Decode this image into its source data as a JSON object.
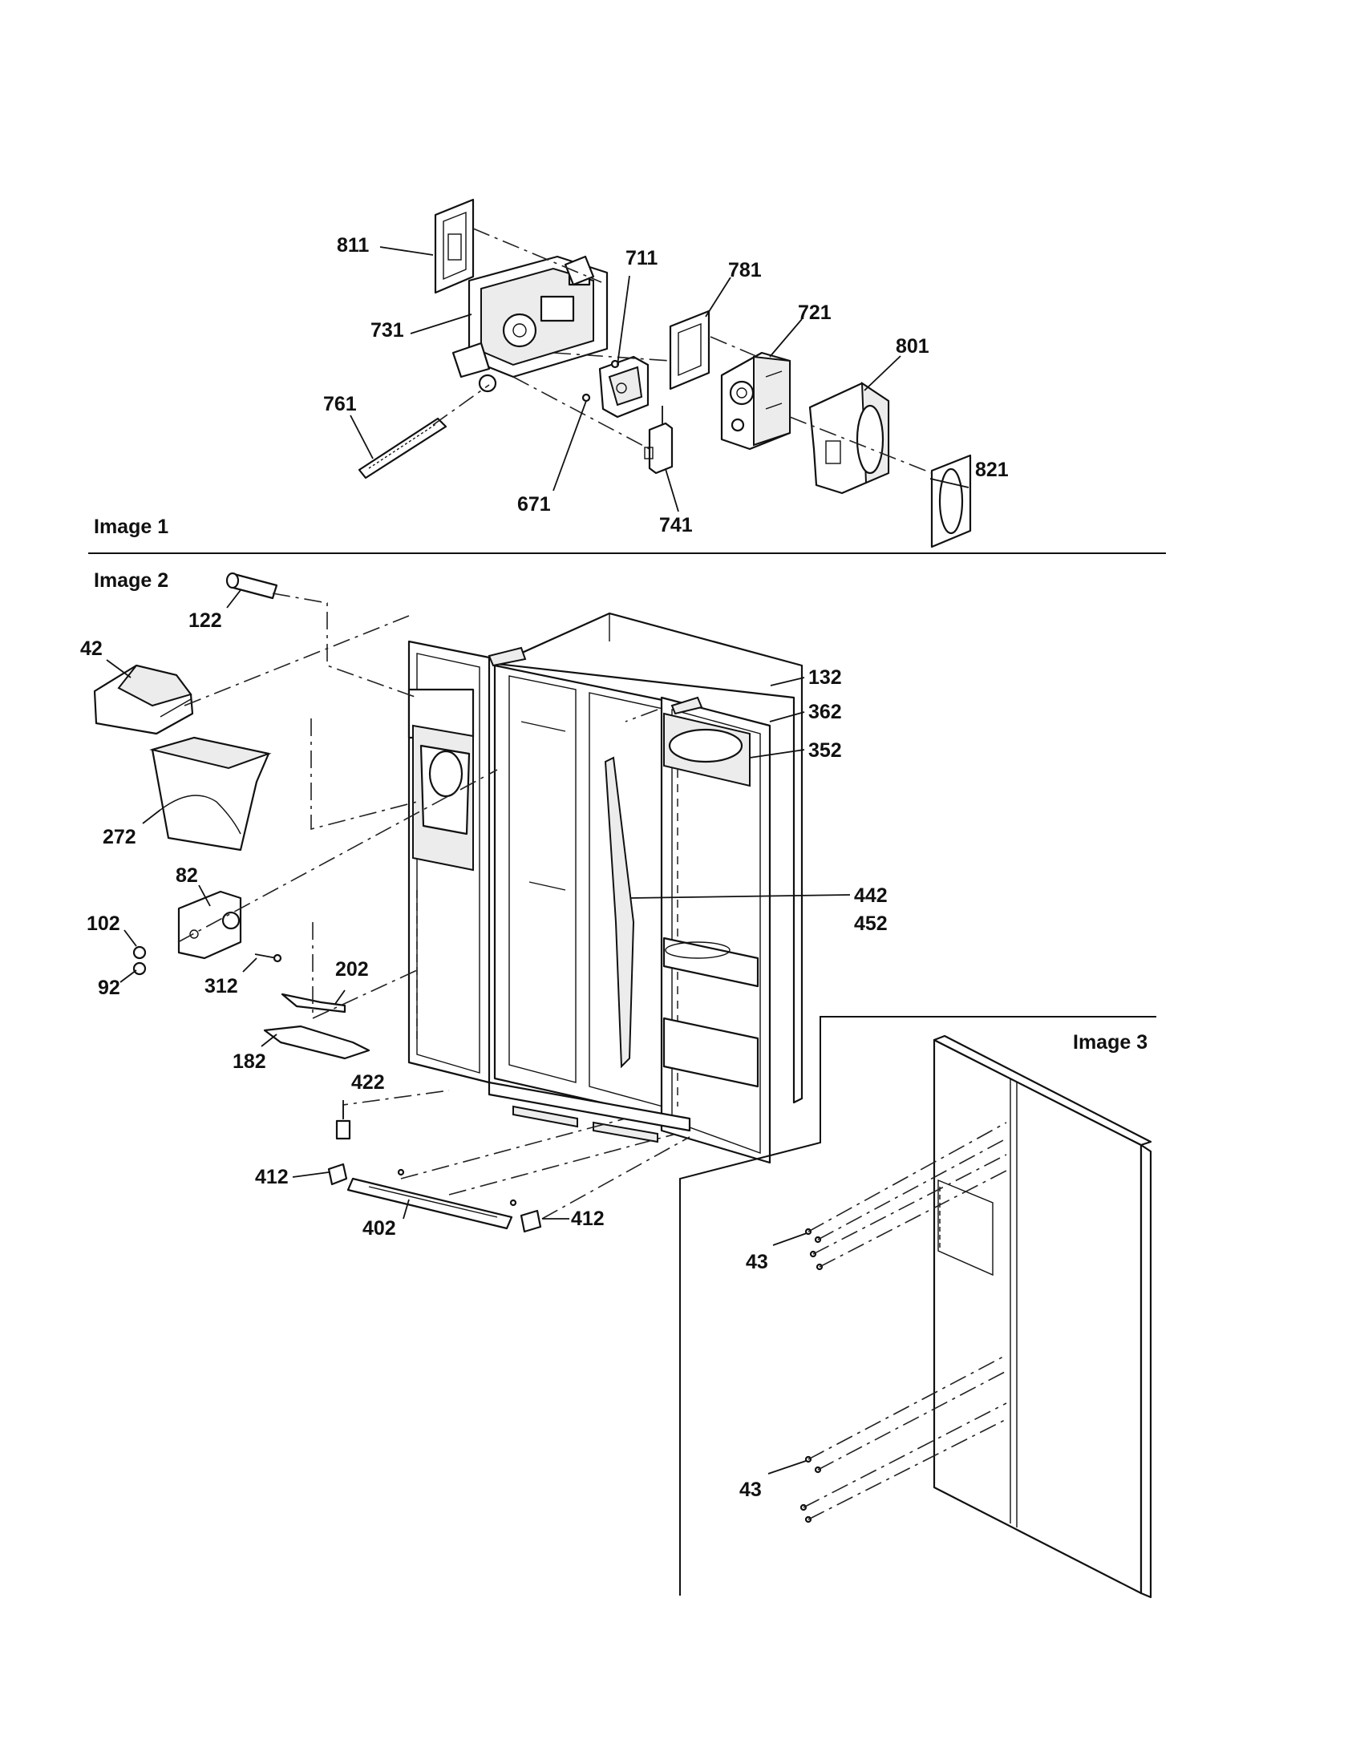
{
  "sections": {
    "image1": "Image 1",
    "image2": "Image 2",
    "image3": "Image 3"
  },
  "callouts": {
    "p811": "811",
    "p731": "731",
    "p711": "711",
    "p781": "781",
    "p721": "721",
    "p801": "801",
    "p761": "761",
    "p671": "671",
    "p741": "741",
    "p821": "821",
    "p122": "122",
    "p42": "42",
    "p272": "272",
    "p82": "82",
    "p102": "102",
    "p92": "92",
    "p312": "312",
    "p202": "202",
    "p182": "182",
    "p422": "422",
    "p412a": "412",
    "p412b": "412",
    "p402": "402",
    "p132": "132",
    "p362": "362",
    "p352": "352",
    "p442": "442",
    "p452": "452",
    "p43a": "43",
    "p43b": "43"
  }
}
